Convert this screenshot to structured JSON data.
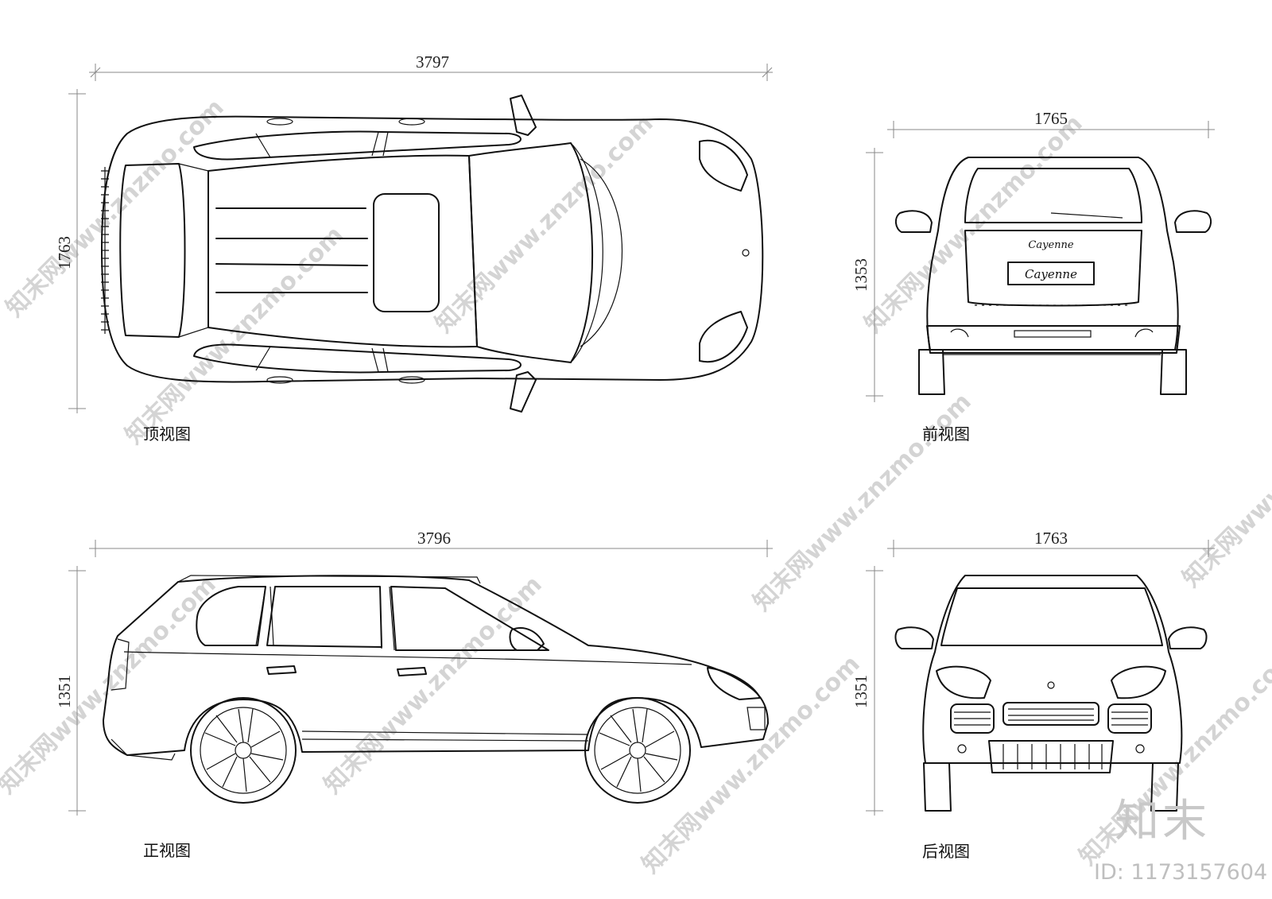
{
  "views": {
    "top": {
      "label": "顶视图",
      "dim_length": "3797",
      "dim_width": "1763"
    },
    "front": {
      "label": "前视图",
      "dim_width": "1765",
      "dim_height": "1353",
      "badge_small": "Cayenne",
      "badge_plate": "Cayenne"
    },
    "side": {
      "label": "正视图",
      "dim_length": "3796",
      "dim_height": "1351"
    },
    "rear": {
      "label": "后视图",
      "dim_width": "1763",
      "dim_height": "1351"
    }
  },
  "watermark": {
    "text": "知末网www.znzmo.com",
    "brand": "知末",
    "id": "ID: 1173157604"
  }
}
